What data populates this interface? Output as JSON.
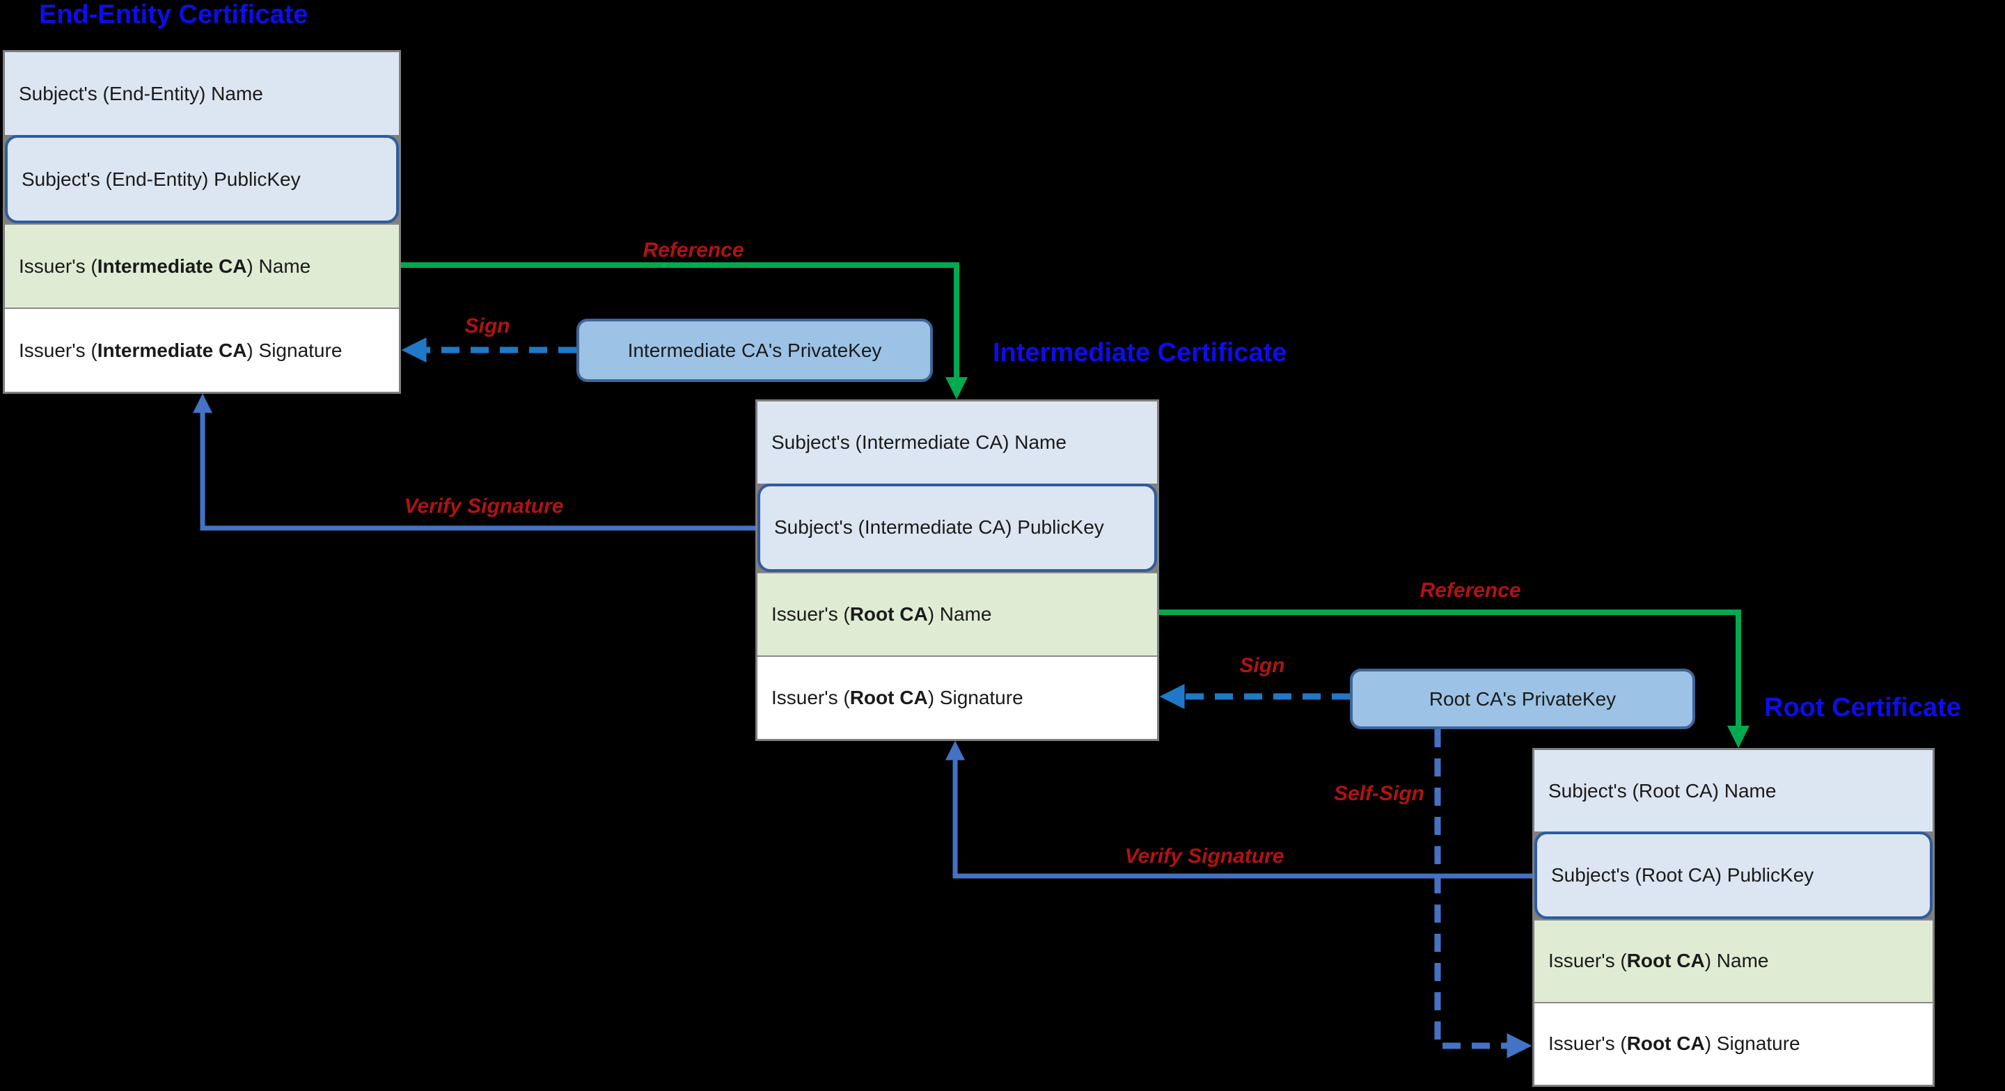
{
  "colors": {
    "background": "#000000",
    "title-blue": "#0d0dee",
    "row-blue": "#dce6f2",
    "row-green": "#e0ebd3",
    "row-white": "#ffffff",
    "box-border": "#7f7f7f",
    "row-separator": "#8a8a8a",
    "publickey-border": "#2e5c9e",
    "key-fill": "#9cc3e5",
    "key-border": "#3f6699",
    "arrow-green": "#00ab50",
    "arrow-blue": "#4472c4",
    "arrow-sign": "#1e7ac8",
    "label-red": "#b21212",
    "row-text": "#1a1a1a"
  },
  "certificates": [
    {
      "title": "End-Entity Certificate",
      "rows": [
        {
          "prefix": "Subject's (End-Entity) Name",
          "bold": "",
          "suffix": ""
        },
        {
          "prefix": "Subject's (End-Entity) PublicKey",
          "bold": "",
          "suffix": ""
        },
        {
          "prefix": "Issuer's (",
          "bold": "Intermediate CA",
          "suffix": ") Name"
        },
        {
          "prefix": "Issuer's (",
          "bold": "Intermediate CA",
          "suffix": ") Signature"
        }
      ]
    },
    {
      "title": "Intermediate Certificate",
      "rows": [
        {
          "prefix": "Subject's (Intermediate CA) Name",
          "bold": "",
          "suffix": ""
        },
        {
          "prefix": "Subject's (Intermediate CA) PublicKey",
          "bold": "",
          "suffix": ""
        },
        {
          "prefix": "Issuer's (",
          "bold": "Root CA",
          "suffix": ") Name"
        },
        {
          "prefix": "Issuer's (",
          "bold": "Root CA",
          "suffix": ") Signature"
        }
      ]
    },
    {
      "title": "Root Certificate",
      "rows": [
        {
          "prefix": "Subject's (Root CA) Name",
          "bold": "",
          "suffix": ""
        },
        {
          "prefix": "Subject's (Root CA) PublicKey",
          "bold": "",
          "suffix": ""
        },
        {
          "prefix": "Issuer's (",
          "bold": "Root CA",
          "suffix": ") Name"
        },
        {
          "prefix": "Issuer's (",
          "bold": "Root CA",
          "suffix": ") Signature"
        }
      ]
    }
  ],
  "keys": [
    {
      "label": "Intermediate CA's PrivateKey"
    },
    {
      "label": "Root CA's PrivateKey"
    }
  ],
  "labels": {
    "reference1": "Reference",
    "sign1": "Sign",
    "verify1": "Verify Signature",
    "reference2": "Reference",
    "sign2": "Sign",
    "verify2": "Verify Signature",
    "self_sign": "Self-Sign"
  }
}
